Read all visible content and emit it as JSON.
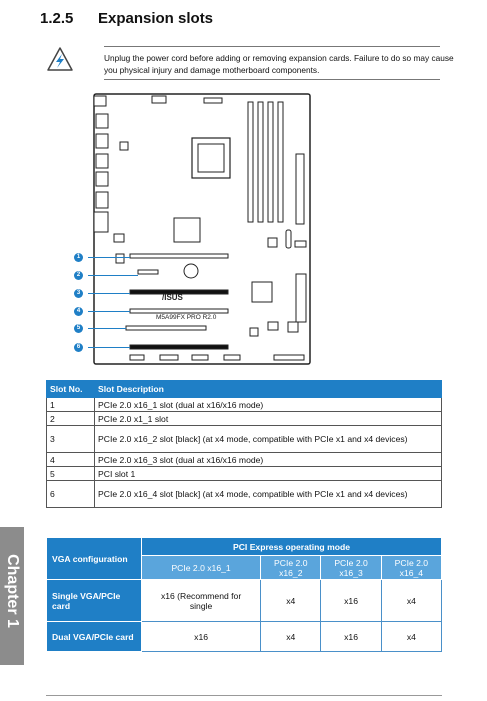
{
  "heading": {
    "number": "1.2.5",
    "title": "Expansion slots"
  },
  "warning": {
    "icon": "warning-triangle-icon",
    "text": "Unplug the power cord before adding or removing expansion cards. Failure to do so may cause you physical injury and damage motherboard components."
  },
  "board": {
    "vendor": "/ISUS",
    "model": "M5A99FX PRO R2.0",
    "callouts": [
      "1",
      "2",
      "3",
      "4",
      "5",
      "6"
    ]
  },
  "slot_table": {
    "headers": [
      "Slot No.",
      "Slot Description"
    ],
    "rows": [
      {
        "no": "1",
        "desc": "PCIe 2.0 x16_1 slot (dual at x16/x16 mode)"
      },
      {
        "no": "2",
        "desc": "PCIe 2.0 x1_1 slot"
      },
      {
        "no": "3",
        "desc": "PCIe 2.0 x16_2 slot [black] (at x4 mode, compatible with PCIe x1 and x4 devices)"
      },
      {
        "no": "4",
        "desc": "PCIe 2.0 x16_3 slot (dual at x16/x16 mode)"
      },
      {
        "no": "5",
        "desc": "PCI slot 1"
      },
      {
        "no": "6",
        "desc": "PCIe 2.0 x16_4 slot [black] (at x4 mode, compatible with PCIe x1 and x4 devices)"
      }
    ]
  },
  "mode_table": {
    "corner": "VGA configuration",
    "group": "PCI Express operating mode",
    "columns": [
      "PCIe 2.0 x16_1",
      "PCIe 2.0 x16_2",
      "PCIe 2.0 x16_3",
      "PCIe 2.0 x16_4"
    ],
    "rows": [
      {
        "label": "Single VGA/PCIe card",
        "values": [
          "x16 (Recommend for single",
          "x4",
          "x16",
          "x4"
        ]
      },
      {
        "label": "Dual VGA/PCIe card",
        "values": [
          "x16",
          "x4",
          "x16",
          "x4"
        ]
      }
    ]
  },
  "chapter_tab": "Chapter 1"
}
